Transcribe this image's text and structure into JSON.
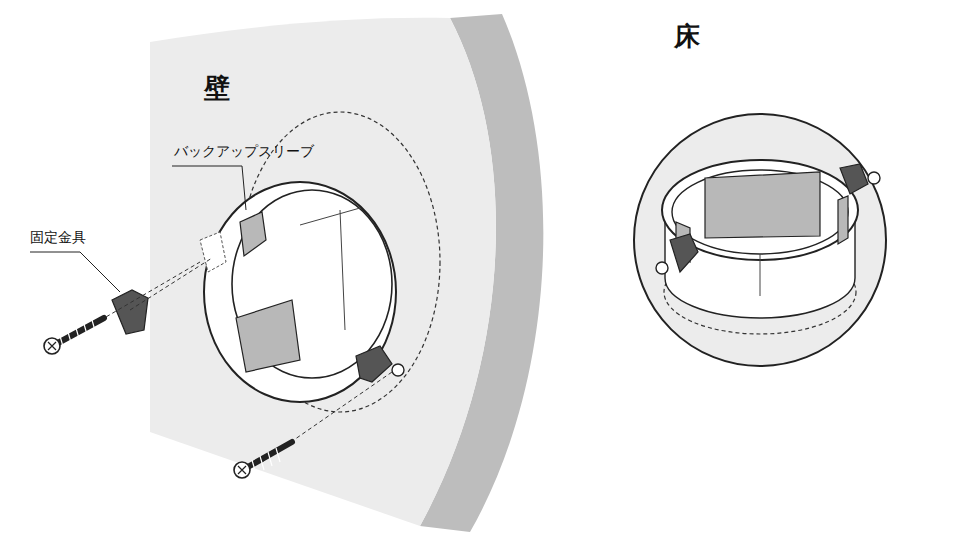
{
  "diagram": {
    "labels": [
      "壁",
      "バックアップスリーブ",
      "固定金具",
      "床"
    ]
  }
}
